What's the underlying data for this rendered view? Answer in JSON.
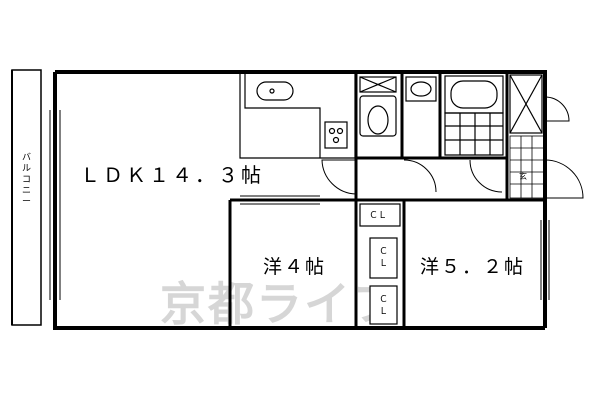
{
  "rooms": {
    "ldk": "ＬＤＫ１４．３帖",
    "western_4": "洋４帖",
    "western_5_2": "洋５．２帖",
    "balcony": "バルコニー",
    "entrance": "玄"
  },
  "closets": {
    "cl_top": "ＣＬ",
    "cl_mid": "Ｃ\nＬ",
    "cl_bottom": "Ｃ\nＬ"
  },
  "watermark": "京都ライフ",
  "colors": {
    "wall": "#000000",
    "watermark": "#d6d6d6"
  }
}
